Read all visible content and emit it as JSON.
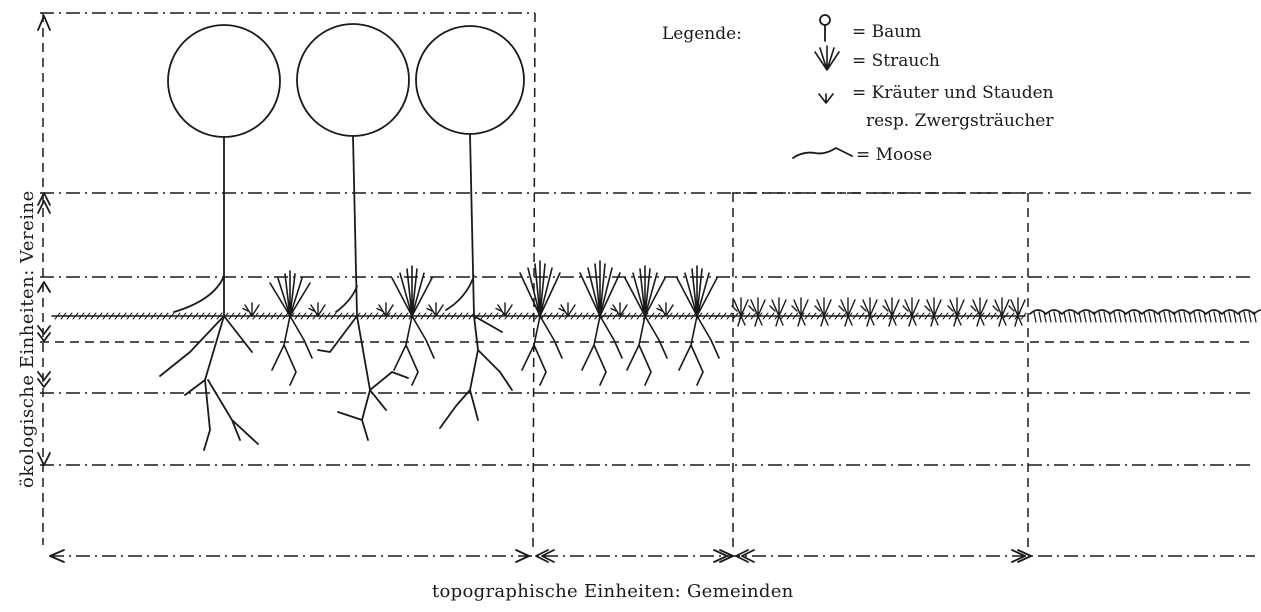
{
  "diagram": {
    "vertical_axis_label": "ökologische Einheiten: Vereine",
    "horizontal_axis_label": "topographische Einheiten: Gemeinden"
  },
  "legend": {
    "title": "Legende:",
    "items": [
      {
        "icon": "tree-icon",
        "text": "= Baum"
      },
      {
        "icon": "shrub-icon",
        "text": "= Strauch"
      },
      {
        "icon": "herb-icon",
        "text": "= Kräuter und Stauden"
      },
      {
        "icon": "",
        "text": "resp. Zwergsträucher"
      },
      {
        "icon": "moss-icon",
        "text": "= Moose"
      }
    ]
  }
}
